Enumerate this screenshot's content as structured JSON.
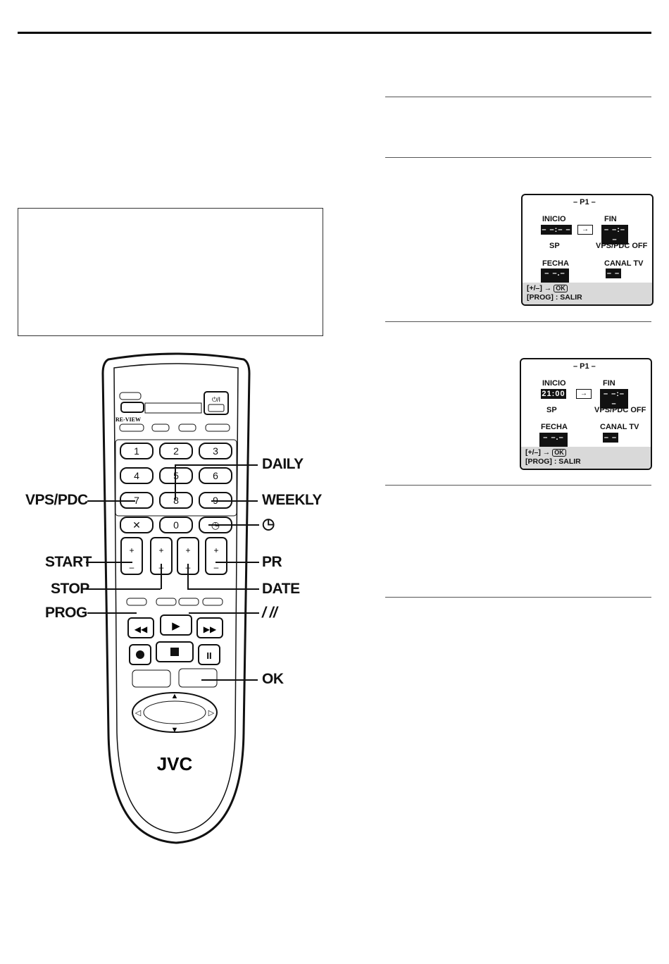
{
  "osd_screens": [
    {
      "program": "– P1 –",
      "start_label": "INICIO",
      "start_value": "– –:– –",
      "end_label": "FIN",
      "end_value": "– –:– –",
      "arrow": "→",
      "speed": "SP",
      "vps": "VPS/PDC OFF",
      "date_label": "FECHA",
      "date_value": "– –.– –",
      "channel_label": "CANAL TV",
      "channel_value": "– –",
      "hint1_prefix": "[+/–] →",
      "hint1_ok": "OK",
      "hint2": "[PROG] : SALIR"
    },
    {
      "program": "– P1 –",
      "start_label": "INICIO",
      "start_value": "21:00",
      "end_label": "FIN",
      "end_value": "– –:– –",
      "arrow": "→",
      "speed": "SP",
      "vps": "VPS/PDC OFF",
      "date_label": "FECHA",
      "date_value": "– –.– –",
      "channel_label": "CANAL TV",
      "channel_value": "– –",
      "hint1_prefix": "[+/–] →",
      "hint1_ok": "OK",
      "hint2": "[PROG] : SALIR"
    }
  ],
  "remote": {
    "brand": "JVC",
    "review": "RE-VIEW",
    "power": "⏻/I",
    "keys": [
      "1",
      "2",
      "3",
      "4",
      "5",
      "6",
      "7",
      "8",
      "9",
      "✕",
      "0",
      "◷"
    ],
    "callouts": {
      "daily": "DAILY",
      "vps_pdc": "VPS/PDC",
      "weekly": "WEEKLY",
      "timer": "◷",
      "start": "START",
      "pr": "PR",
      "stop": "STOP",
      "date": "DATE",
      "prog": "PROG",
      "slashes": "/ //",
      "ok": "OK"
    }
  }
}
